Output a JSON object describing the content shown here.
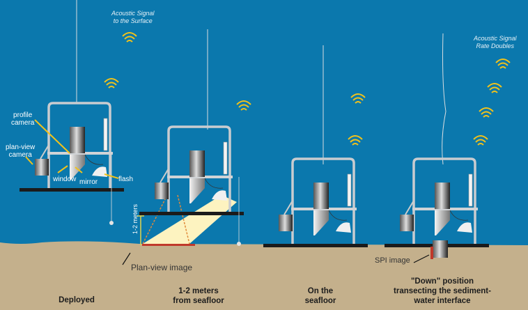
{
  "signals": {
    "surface": "Acoustic Signal\nto the Surface",
    "doubles": "Acoustic Signal\nRate Doubles"
  },
  "labels": {
    "profile_camera": "profile\ncamera",
    "plan_view_camera": "plan-view\ncamera",
    "window": "window",
    "mirror": "mirror",
    "flash": "flash",
    "meters": "1-2 meters",
    "plan_view_image": "Plan-view image",
    "spi_image": "SPI image"
  },
  "stages": [
    {
      "caption": "Deployed"
    },
    {
      "caption": "1-2 meters\nfrom seafloor"
    },
    {
      "caption": "On the\nseafloor"
    },
    {
      "caption": "\"Down\" position\ntransecting the sediment-\nwater interface"
    }
  ],
  "colors": {
    "water": "#0b78ad",
    "sediment": "#c4b08c",
    "signal": "#f2c21a",
    "beam": "#fdf3c0",
    "image": "#c0392b"
  }
}
